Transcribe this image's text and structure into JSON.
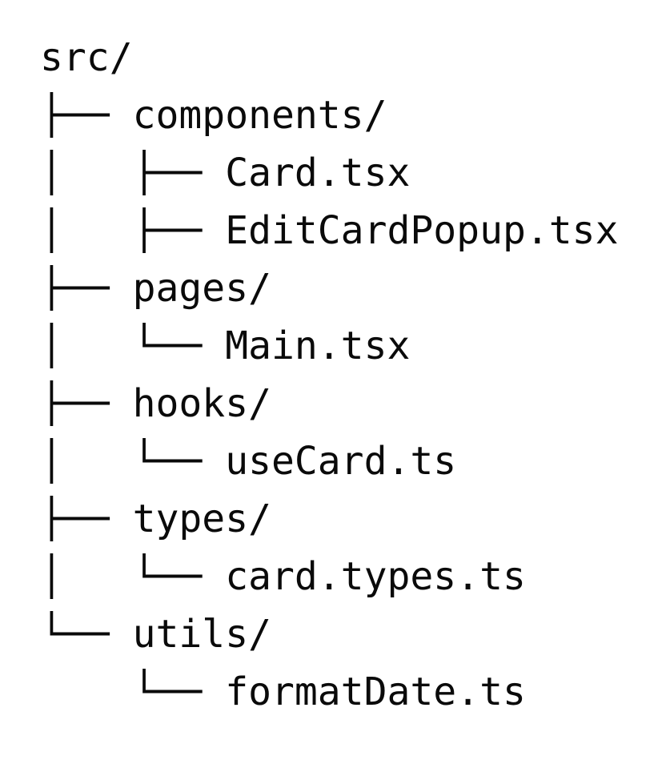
{
  "page": {
    "background_color": "#ffffff",
    "text_color": "#0a0a0a"
  },
  "file_tree": {
    "root_label": "src/",
    "lines": [
      {
        "prefix": "",
        "name": "src/"
      },
      {
        "prefix": "├── ",
        "name": "components/"
      },
      {
        "prefix": "│   ├── ",
        "name": "Card.tsx"
      },
      {
        "prefix": "│   ├── ",
        "name": "EditCardPopup.tsx"
      },
      {
        "prefix": "├── ",
        "name": "pages/"
      },
      {
        "prefix": "│   └── ",
        "name": "Main.tsx"
      },
      {
        "prefix": "├── ",
        "name": "hooks/"
      },
      {
        "prefix": "│   └── ",
        "name": "useCard.ts"
      },
      {
        "prefix": "├── ",
        "name": "types/"
      },
      {
        "prefix": "│   └── ",
        "name": "card.types.ts"
      },
      {
        "prefix": "└── ",
        "name": "utils/"
      },
      {
        "prefix": "    └── ",
        "name": "formatDate.ts"
      }
    ]
  }
}
